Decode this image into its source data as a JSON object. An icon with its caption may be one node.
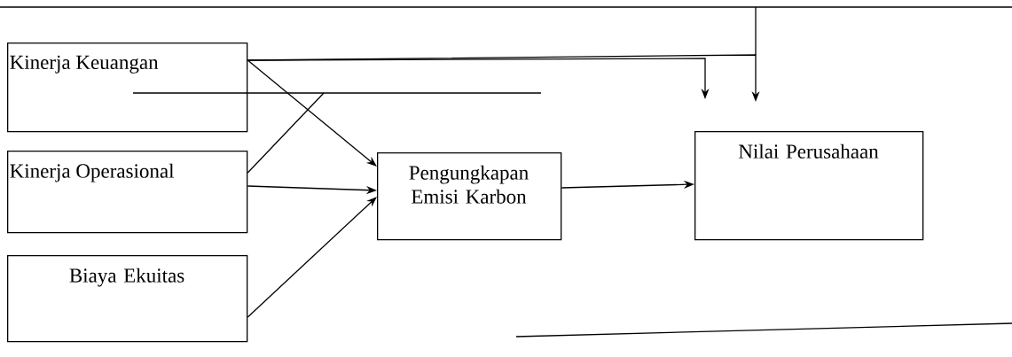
{
  "diagram": {
    "nodes": [
      {
        "text": [
          "Kinerja Keuangan"
        ]
      },
      {
        "text": [
          "Kinerja Operasional"
        ]
      },
      {
        "text": [
          "Biaya Ekuitas"
        ]
      },
      {
        "text": [
          "Pengungkapan Emisi Karbon"
        ]
      },
      {
        "text": [
          "Nilai Perusahaan"
        ]
      }
    ],
    "edges": [
      {
        "from": 0,
        "to": 3,
        "arrow": "to"
      },
      {
        "from": 1,
        "to": 3,
        "arrow": "to"
      },
      {
        "from": 2,
        "to": 3,
        "arrow": "to"
      },
      {
        "from": 3,
        "to": 4,
        "arrow": "to"
      },
      {
        "from": 0,
        "to": null,
        "arrow": "to"
      },
      {
        "from": 0,
        "to": null,
        "arrow": "to"
      },
      {
        "from": 1,
        "to": null,
        "arrow": "none"
      }
    ]
  }
}
